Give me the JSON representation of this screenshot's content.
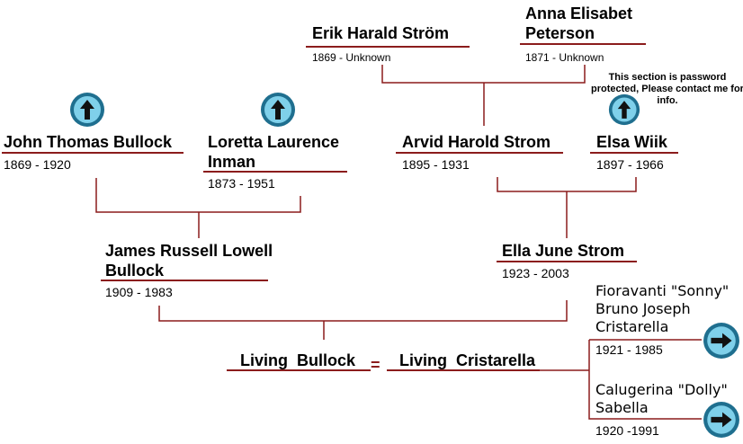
{
  "people": {
    "erik": {
      "name": "Erik Harald Ström",
      "dates": "1869 - Unknown"
    },
    "anna": {
      "name": "Anna Elisabet Peterson",
      "dates": "1871 - Unknown"
    },
    "john": {
      "name": "John Thomas Bullock",
      "dates": "1869 - 1920"
    },
    "loretta": {
      "name": "Loretta Laurence Inman",
      "dates": "1873 - 1951"
    },
    "arvid": {
      "name": "Arvid Harold Strom",
      "dates": "1895  - 1931"
    },
    "elsa": {
      "name": "Elsa Wiik",
      "dates": "1897 - 1966"
    },
    "james": {
      "name": "James Russell Lowell Bullock",
      "dates": "1909 - 1983"
    },
    "ella": {
      "name": "Ella June Strom",
      "dates": "1923 - 2003"
    },
    "living_bullock": {
      "name": "Living  Bullock"
    },
    "living_cristarella": {
      "name": "Living  Cristarella"
    },
    "fioravanti": {
      "name": "Fioravanti \"Sonny\" Bruno Joseph Cristarella",
      "dates": "1921 - 1985"
    },
    "calugerina": {
      "name": "Calugerina \"Dolly\" Sabella",
      "dates": "1920 -1991"
    }
  },
  "password_note": "This section is password protected, Please contact me for info.",
  "marriage_symbol": "=",
  "icons": {
    "up": "arrow-up-icon",
    "right": "arrow-right-icon"
  },
  "colors": {
    "line": "#8b1c1c",
    "button_outer": "#1f6f8f",
    "button_inner": "#7fd0ea"
  }
}
